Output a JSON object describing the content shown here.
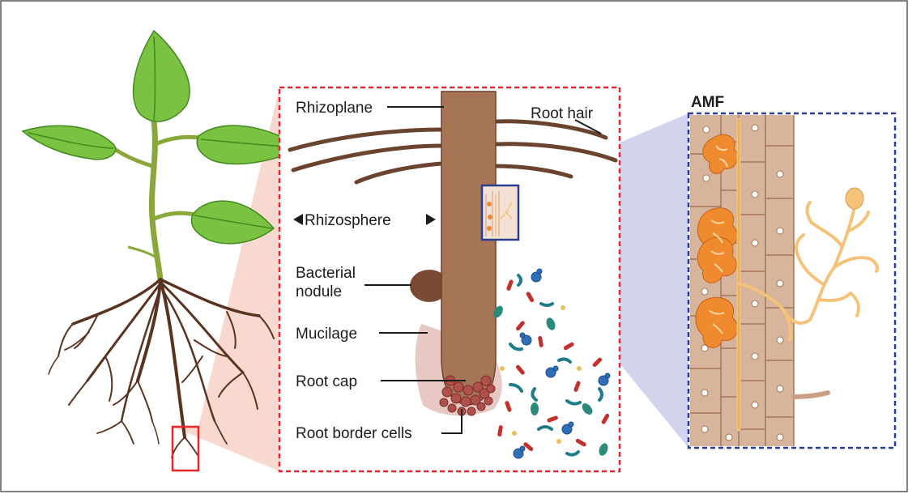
{
  "labels": {
    "rhizoplane": "Rhizoplane",
    "root_hair": "Root hair",
    "rhizosphere": "Rhizosphere",
    "bacterial_nodule_line1": "Bacterial",
    "bacterial_nodule_line2": "nodule",
    "mucilage": "Mucilage",
    "root_cap": "Root cap",
    "root_border_cells": "Root border cells",
    "amf": "AMF"
  },
  "colors": {
    "leaf": "#7cc242",
    "leaf_dark": "#3f8a1e",
    "stem": "#8aa83a",
    "root": "#5a3320",
    "root_body": "#a67556",
    "root_body_dark": "#6b4430",
    "nodule": "#7a4a32",
    "mucilage": "#e6c2bb",
    "border_cells": "#b0504a",
    "highlight_red": "#e8252c",
    "highlight_blue": "#2b3f91",
    "zoom_pink": "#f7d2c7",
    "zoom_lavender": "#c7c9e8",
    "cell_wall": "#c9a085",
    "cell_fill": "#d7b49c",
    "fungus": "#f5c27a",
    "arbuscule": "#f08a2e"
  }
}
